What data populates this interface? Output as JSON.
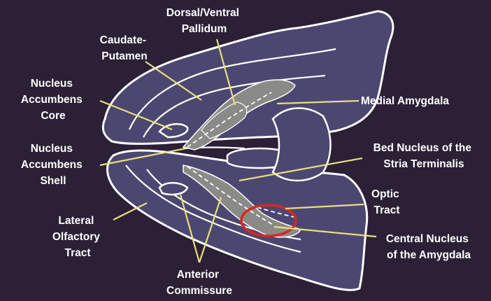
{
  "colors": {
    "background": "#2b2036",
    "tissue_fill": "#4c4770",
    "region_fill": "#8a8a86",
    "outline": "#ffffff",
    "leader": "#e8df7c",
    "highlight": "#d9281e"
  },
  "labels": {
    "dorsal_ventral_pallidum": [
      "Dorsal/Ventral",
      "Pallidum"
    ],
    "caudate_putamen": [
      "Caudate-",
      "Putamen"
    ],
    "nucleus_accumbens_core": [
      "Nucleus",
      "Accumbens",
      "Core"
    ],
    "nucleus_accumbens_shell": [
      "Nucleus",
      "Accumbens",
      "Shell"
    ],
    "lateral_olfactory_tract": [
      "Lateral",
      "Olfactory",
      "Tract"
    ],
    "anterior_commissure": [
      "Anterior",
      "Commissure"
    ],
    "medial_amygdala": [
      "Medial Amygdala"
    ],
    "bed_nucleus": [
      "Bed Nucleus of the",
      "Stria Terminalis"
    ],
    "optic_tract": [
      "Optic",
      "Tract"
    ],
    "central_nucleus": [
      "Central Nucleus",
      "of the Amygdala"
    ]
  },
  "highlighted_region": "central_nucleus"
}
